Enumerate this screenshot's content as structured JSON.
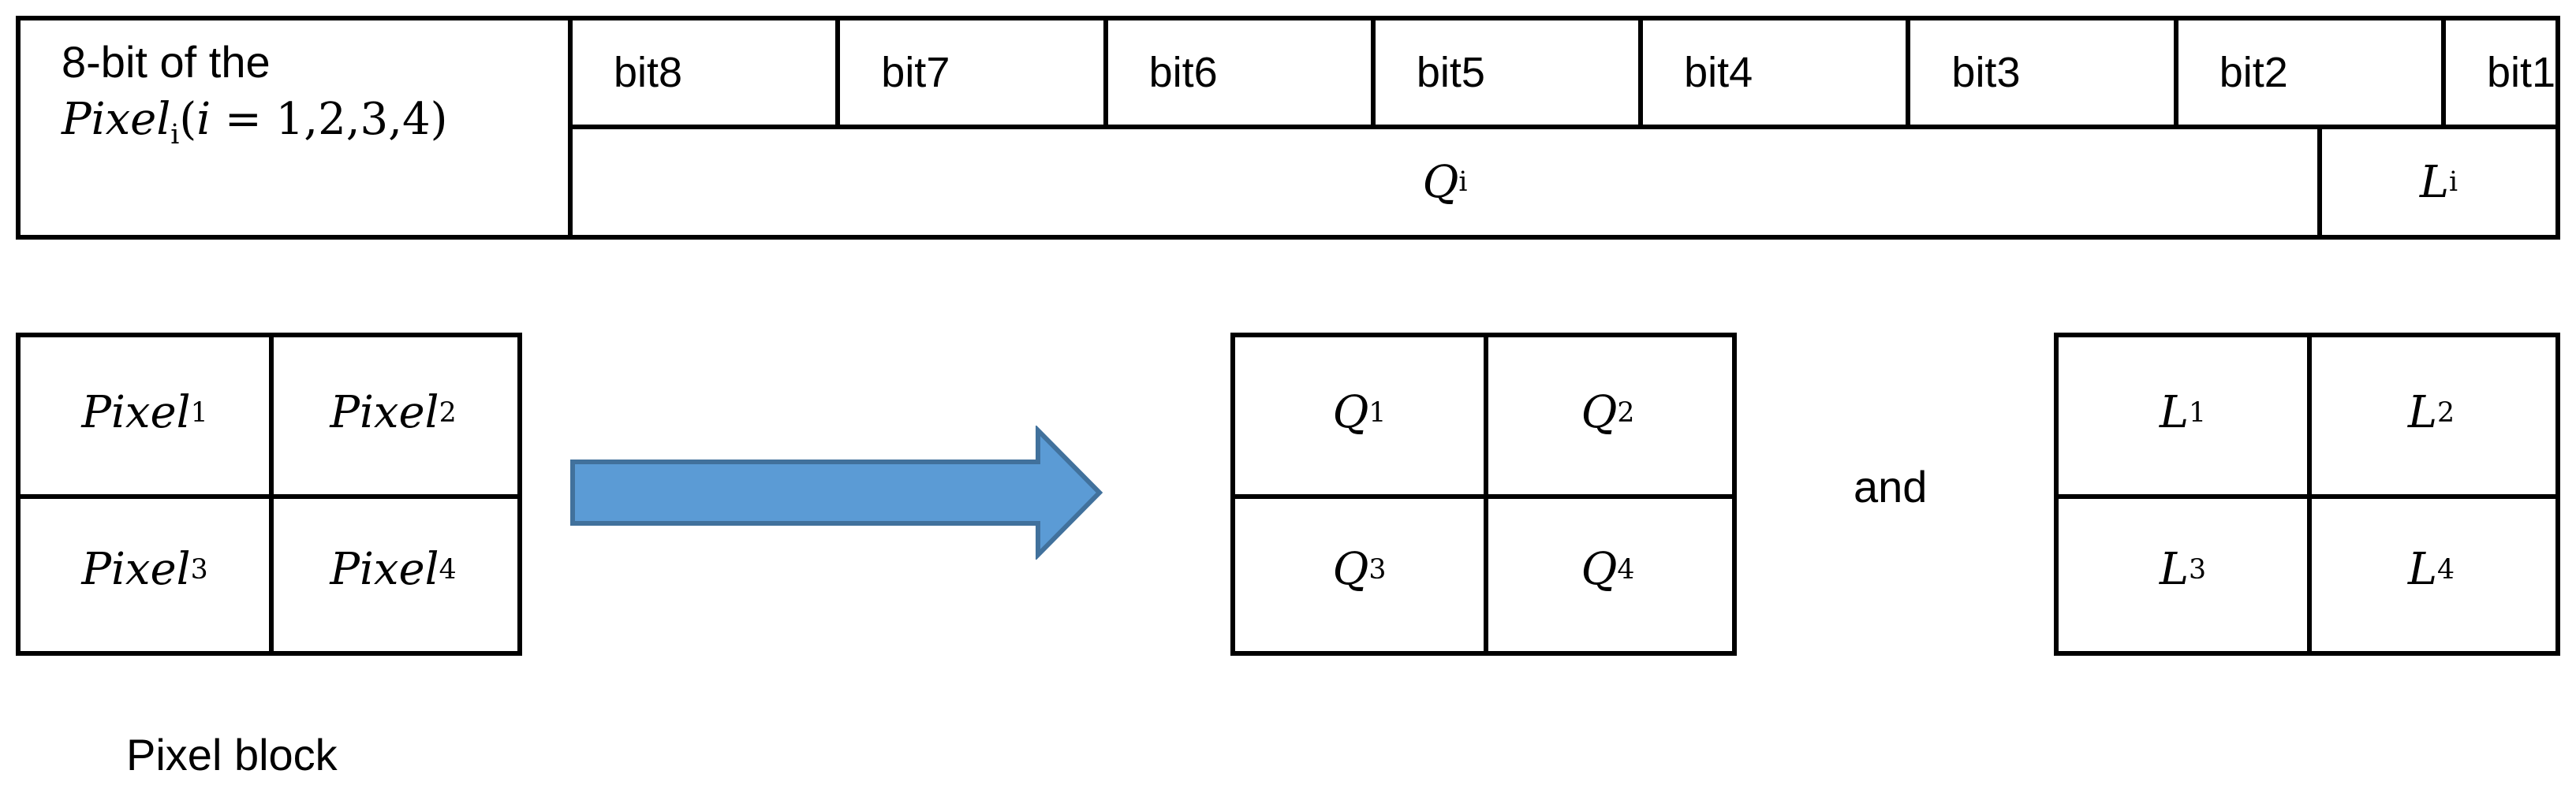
{
  "bit_table": {
    "label_line1": "8-bit of the",
    "label_pixel": "Pixel",
    "label_sub": "i",
    "label_paren_open": "(",
    "label_i": "i",
    "label_eq": " = 1,2,3,4)",
    "bits": [
      "bit8",
      "bit7",
      "bit6",
      "bit5",
      "bit4",
      "bit3",
      "bit2",
      "bit1"
    ],
    "q_letter": "Q",
    "q_sub": "i",
    "l_letter": "L",
    "l_sub": "i"
  },
  "pixel_block": {
    "cells": [
      {
        "base": "Pixel",
        "sub": "1"
      },
      {
        "base": "Pixel",
        "sub": "2"
      },
      {
        "base": "Pixel",
        "sub": "3"
      },
      {
        "base": "Pixel",
        "sub": "4"
      }
    ],
    "caption": "Pixel block"
  },
  "q_block": {
    "cells": [
      {
        "base": "Q",
        "sub": "1"
      },
      {
        "base": "Q",
        "sub": "2"
      },
      {
        "base": "Q",
        "sub": "3"
      },
      {
        "base": "Q",
        "sub": "4"
      }
    ]
  },
  "connector": "and",
  "l_block": {
    "cells": [
      {
        "base": "L",
        "sub": "1"
      },
      {
        "base": "L",
        "sub": "2"
      },
      {
        "base": "L",
        "sub": "3"
      },
      {
        "base": "L",
        "sub": "4"
      }
    ]
  },
  "colors": {
    "arrow_fill": "#5b9bd5",
    "arrow_stroke": "#41719c",
    "line": "#000000"
  }
}
